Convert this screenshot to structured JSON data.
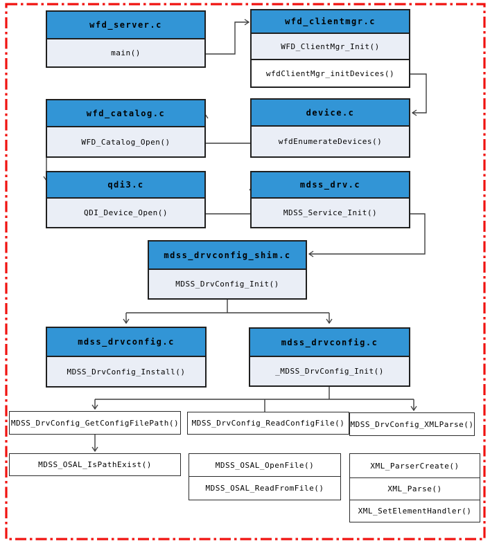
{
  "diagram": {
    "type": "call-flow-diagram",
    "colors": {
      "header_bg": "#3295D6",
      "body_bg": "#EAEEF6",
      "white_row": "#FFFFFF",
      "box_border": "#1F1F1F",
      "connector": "#3D3D3D",
      "outer_dashed_border": "#F01310"
    },
    "boxes": {
      "wfd_server": {
        "title": "wfd_server.c",
        "rows": [
          "main()"
        ]
      },
      "wfd_clientmgr": {
        "title": "wfd_clientmgr.c",
        "rows": [
          "WFD_ClientMgr_Init()",
          "wfdClientMgr_initDevices()"
        ]
      },
      "wfd_catalog": {
        "title": "wfd_catalog.c",
        "rows": [
          "WFD_Catalog_Open()"
        ]
      },
      "device": {
        "title": "device.c",
        "rows": [
          "wfdEnumerateDevices()"
        ]
      },
      "qdi3": {
        "title": "qdi3.c",
        "rows": [
          "QDI_Device_Open()"
        ]
      },
      "mdss_drv": {
        "title": "mdss_drv.c",
        "rows": [
          "MDSS_Service_Init()"
        ]
      },
      "mdss_drvconfig_shim": {
        "title": "mdss_drvconfig_shim.c",
        "rows": [
          "MDSS_DrvConfig_Init()"
        ]
      },
      "mdss_drvconfig_install": {
        "title": "mdss_drvconfig.c",
        "rows": [
          "MDSS_DrvConfig_Install()"
        ]
      },
      "mdss_drvconfig_init": {
        "title": "mdss_drvconfig.c",
        "rows": [
          "_MDSS_DrvConfig_Init()"
        ]
      },
      "get_config_file_path": {
        "rows": [
          "MDSS_DrvConfig_GetConfigFilePath()"
        ]
      },
      "read_config_file": {
        "rows": [
          "MDSS_DrvConfig_ReadConfigFile()"
        ]
      },
      "xml_parse_entry": {
        "rows": [
          "MDSS_DrvConfig_XMLParse()"
        ]
      },
      "is_path_exist": {
        "rows": [
          "MDSS_OSAL_IsPathExist()"
        ]
      },
      "osal_file_ops": {
        "rows": [
          "MDSS_OSAL_OpenFile()",
          "MDSS_OSAL_ReadFromFile()"
        ]
      },
      "xml_parser_ops": {
        "rows": [
          "XML_ParserCreate()",
          "XML_Parse()",
          "XML_SetElementHandler()"
        ]
      }
    }
  }
}
